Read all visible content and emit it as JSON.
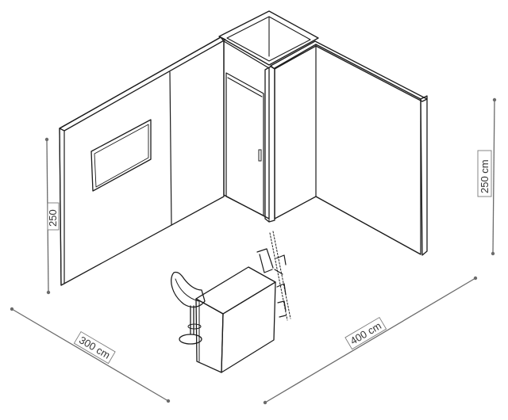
{
  "dimensions": {
    "width_label": "300 cm",
    "depth_label": "400 cm",
    "height_label": "250 cm",
    "left_height_label": "250"
  },
  "colors": {
    "line": "#1c1c1c",
    "dimension_line": "#6b6b6b",
    "wall_fill": "#ffffff",
    "background": "#ffffff"
  },
  "objects": [
    "booth-walls",
    "storage-room",
    "door",
    "tv-screen",
    "counter",
    "bar-stool",
    "brochure-rack"
  ]
}
